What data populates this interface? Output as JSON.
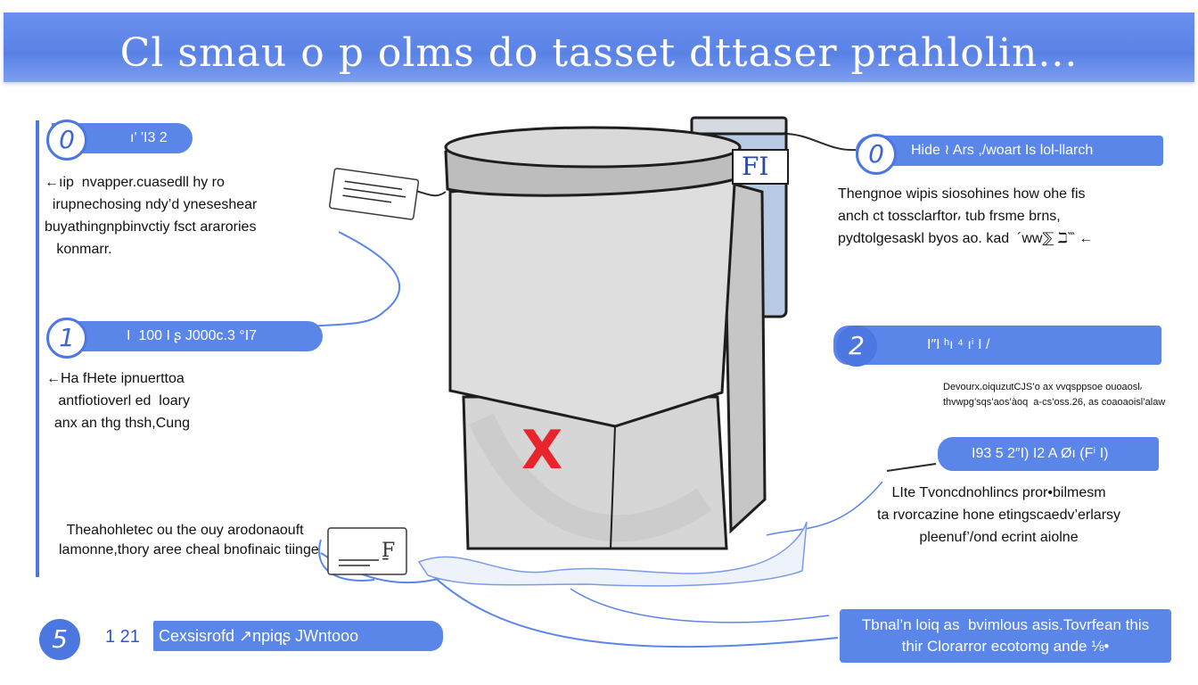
{
  "title": "Cl smau o p olms do tasset dttaser prahlolin...",
  "colors": {
    "accent": "#5a86ea",
    "accent_dark": "#4d77e0",
    "bin": "#dcdcdc",
    "mark": "#e8252a"
  },
  "left_panel": {
    "section_a": {
      "badge": "0",
      "label": "ı' 'I3 2",
      "text": "←ıip  nvapper.cuasedll hy ro\n  irupnechosing ndy’d yneseshear\nbuyathingnpbinvctiy fsct ararories\n   konmarr."
    },
    "section_b": {
      "badge": "1",
      "label": "I  100 I ʂ J000c.3 °I7",
      "text": "←Ha fHete ipnuerttoa\n   antfiotioverl ed  loary\n  anx an thg thsh,Cung"
    },
    "section_c": {
      "text": "Theahohletec ou the ouy arodonaouft\nlamonne,thory aree cheal bnofinaic tiinge"
    },
    "section_d": {
      "badge": "5",
      "number": "1 21",
      "label": "Cexsisrofd ↗npiqʂ JWntooo"
    }
  },
  "right_panel": {
    "section_a": {
      "badge": "0",
      "label": "Hide ≀ Ars ,/woart Is lol-llarch",
      "text": "Thengnoe wipis siosohines how ohe fis\nanch ct tossclarftor⸴ tub frsme brns,\npydtolgesaskl byos ao. kad  ´ww⅀ ℶ‷ ←"
    },
    "section_b": {
      "badge": "2",
      "label": "I″I ʰı ⁴ ıⁱ I /",
      "text": "Devourx.oiquzutCJS’o ax vvqsppsoe ouoaosl⸴\nthvwpg’sqs’aos’àoq  a-cs’oss.26, as coaoaoisl’alaw"
    },
    "section_c": {
      "label": "I93  5 2″I) I2 A  Øı  (Fⁱ I)",
      "text": "LIte Tvoncdnohlincs pror•bilmesm\nta rvorcazine hone etingscaedv’erlarsy\npleenuf’/ond ecrint aiolne"
    },
    "note": {
      "text": "Tbnal’n loiq as  bvimlous asis.Tovrfean this\nthir Clorarror ecotomg ande ⅛•"
    }
  },
  "bin": {
    "mark": "X",
    "lid_label": "FI",
    "left_tag_label": "≡",
    "bottom_tag_label": "F̱"
  }
}
